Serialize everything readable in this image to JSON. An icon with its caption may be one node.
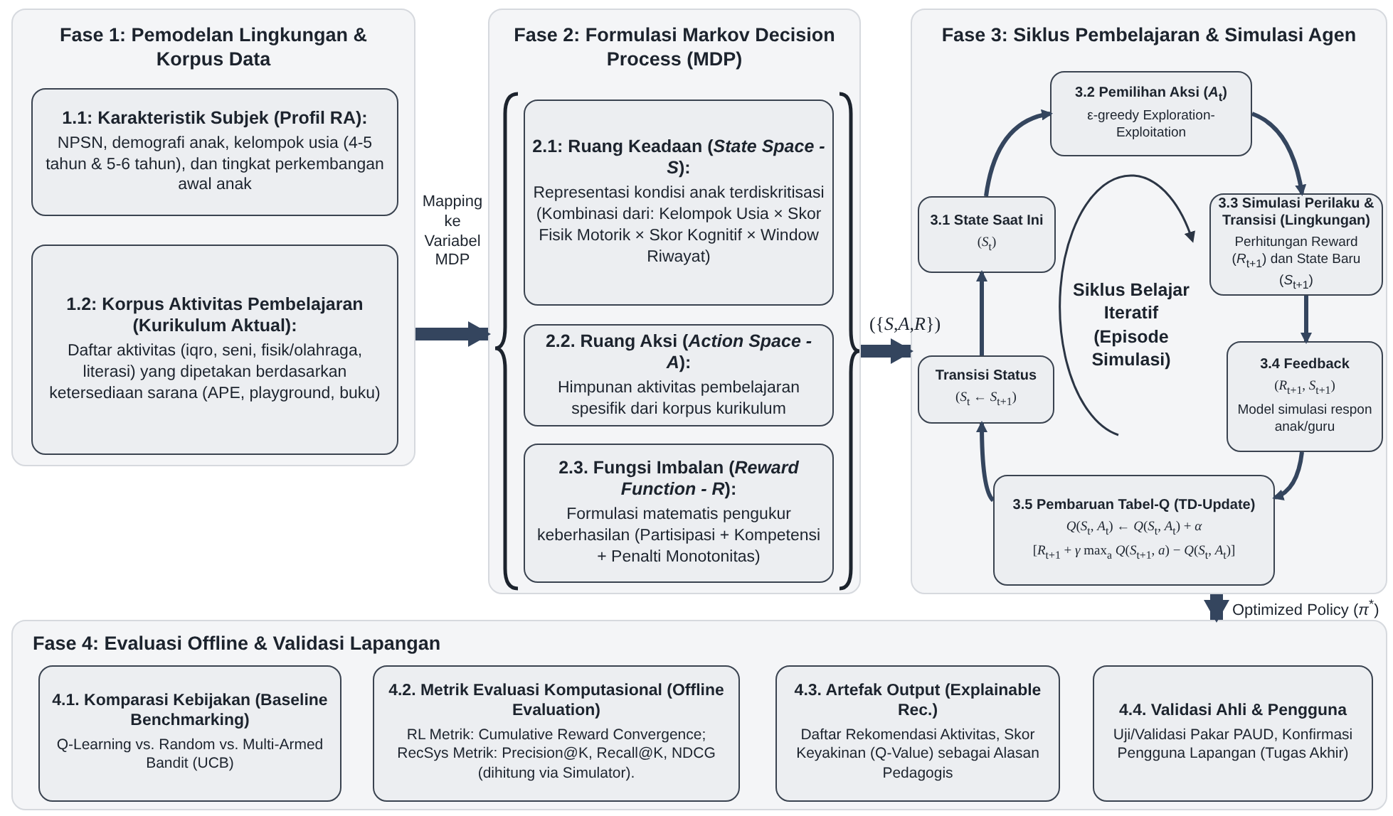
{
  "diagram": {
    "nodes": [
      {
        "text": [
          "Fase 1: Pemodelan Lingkungan & Korpus Data"
        ]
      },
      {
        "text": [
          "1.1: Karakteristik Subjek (Profil RA):",
          "NPSN, demografi anak, kelompok usia (4-5 tahun & 5-6 tahun), dan tingkat perkembangan awal anak"
        ],
        "in": 0
      },
      {
        "text": [
          "1.2: Korpus Aktivitas Pembelajaran (Kurikulum Aktual):",
          "Daftar aktivitas (iqro, seni, fisik/olahraga, literasi) yang dipetakan berdasarkan ketersediaan sarana (APE, playground, buku)"
        ],
        "in": 0
      },
      {
        "text": [
          "Fase 2: Formulasi Markov Decision Process (MDP)"
        ]
      },
      {
        "text": [
          "2.1: Ruang Keadaan (*State Space - S*):",
          "Representasi kondisi anak terdiskritisasi (Kombinasi dari: Kelompok Usia × Skor Fisik Motorik × Skor Kognitif × Window Riwayat)"
        ],
        "in": 3
      },
      {
        "text": [
          "2.2. Ruang Aksi (*Action Space - A*):",
          "Himpunan aktivitas pembelajaran spesifik dari korpus kurikulum"
        ],
        "in": 3
      },
      {
        "text": [
          "2.3. Fungsi Imbalan (*Reward Function - R*):",
          "Formulasi matematis pengukur keberhasilan (Partisipasi + Kompetensi + Penalti Monotonitas)"
        ],
        "in": 3
      },
      {
        "text": [
          "Fase 3: Siklus Pembelajaran & Simulasi Agen"
        ]
      },
      {
        "text": [
          "3.1 State Saat Ini",
          "(*S*$_{t}$)"
        ],
        "in": 7
      },
      {
        "text": [
          "3.2 Pemilihan Aksi (*A*$_{t}$)",
          "ε-greedy Exploration-Exploitation"
        ],
        "in": 7
      },
      {
        "text": [
          "3.3 Simulasi Perilaku & Transisi (Lingkungan)",
          "Perhitungan Reward (*R*$_{t+1}$) dan State Baru (*S*$_{t+1}$)"
        ],
        "in": 7
      },
      {
        "text": [
          "3.4 Feedback",
          "(*R*$_{t+1}$, *S*$_{t+1}$)",
          "Model simulasi respon anak/guru"
        ],
        "in": 7
      },
      {
        "text": [
          "3.5 Pembaruan Tabel-Q (TD-Update)",
          "*Q*(*S*$_{t}$, *A*$_{t}$) ← *Q*(*S*$_{t}$, *A*$_{t}$) + *α*",
          "[*R*$_{t+1}$ + *γ* max$_{a}$ *Q*(*S*$_{t+1}$, *a*) − *Q*(*S*$_{t}$, *A*$_{t}$)]"
        ],
        "in": 7
      },
      {
        "text": [
          "Transisi Status",
          "(*S*$_{t}$ ← *S*$_{t+1}$)"
        ],
        "in": 7
      },
      {
        "text": [
          "Fase 4: Evaluasi Offline & Validasi Lapangan"
        ]
      },
      {
        "text": [
          "4.1. Komparasi Kebijakan (Baseline Benchmarking)",
          "Q-Learning vs. Random vs. Multi-Armed Bandit (UCB)"
        ],
        "in": 14
      },
      {
        "text": [
          "4.2. Metrik Evaluasi Komputasional (Offline Evaluation)",
          "RL Metrik: Cumulative Reward Convergence; RecSys Metrik: Precision@K, Recall@K, NDCG (dihitung via Simulator)."
        ],
        "in": 14
      },
      {
        "text": [
          "4.3. Artefak Output (Explainable Rec.)",
          "Daftar Rekomendasi Aktivitas, Skor Keyakinan (Q-Value) sebagai Alasan Pedagogis"
        ],
        "in": 14
      },
      {
        "text": [
          "4.4. Validasi Ahli & Pengguna",
          "Uji/Validasi Pakar PAUD, Konfirmasi Pengguna Lapangan (Tugas Akhir)"
        ],
        "in": 14
      }
    ],
    "edges": [
      {
        "from": 0,
        "to": 3,
        "arrow": "to",
        "label": "Mapping ke Variabel MDP",
        "style": "thick"
      },
      {
        "from": 3,
        "to": 7,
        "arrow": "to",
        "label": "({*S*,*A*,*R*})",
        "style": "thick"
      },
      {
        "from": 7,
        "to": 14,
        "arrow": "to",
        "label": "Optimized Policy (*π*$^{*}$)",
        "style": "thick"
      },
      {
        "from": 8,
        "to": 9,
        "arrow": "to"
      },
      {
        "from": 9,
        "to": 10,
        "arrow": "to"
      },
      {
        "from": 10,
        "to": 11,
        "arrow": "to"
      },
      {
        "from": 11,
        "to": 12,
        "arrow": "to"
      },
      {
        "from": 12,
        "to": 13,
        "arrow": "to"
      },
      {
        "from": 13,
        "to": 8,
        "arrow": "to"
      }
    ],
    "labels": [
      "Siklus Belajar Iteratif (Episode Simulasi)"
    ]
  }
}
